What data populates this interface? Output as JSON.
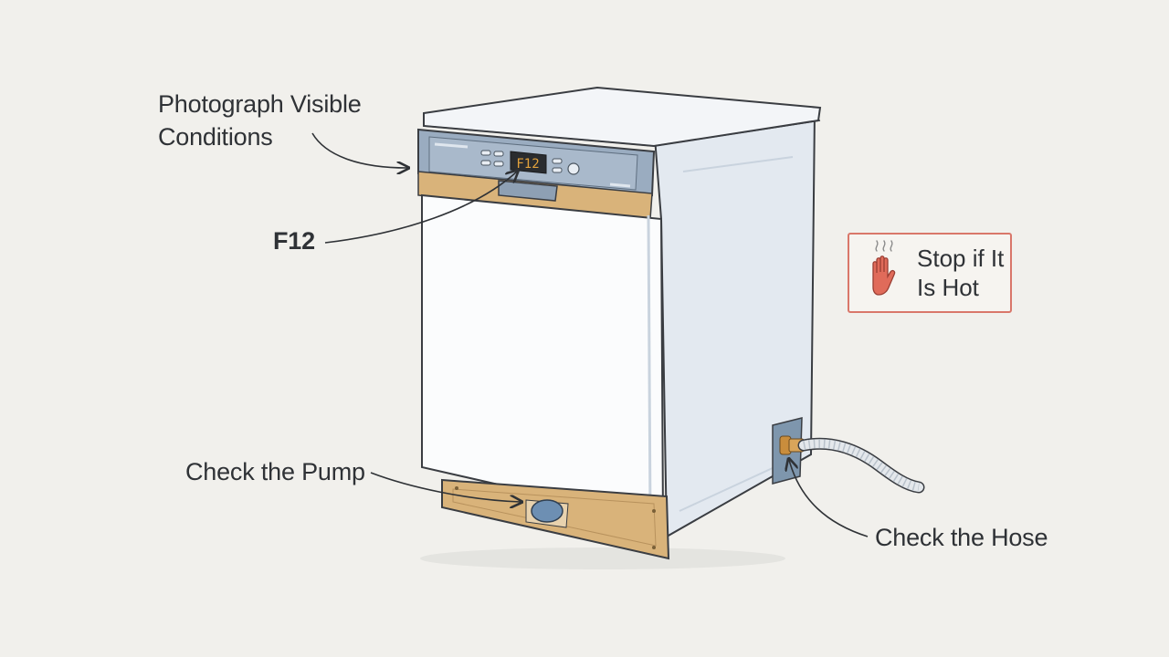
{
  "labels": {
    "photograph": [
      "Photograph Visible",
      "Conditions"
    ],
    "error_code": "F12",
    "pump": "Check the Pump",
    "hose": "Check the Hose"
  },
  "warning": {
    "lines": [
      "Stop if It",
      "Is Hot"
    ],
    "icon": "hot-hand-stop-icon",
    "color": "#e06b5a"
  },
  "display": {
    "readout": "F12"
  },
  "colors": {
    "background": "#f1f0ec",
    "appliance_body": "#e8edf3",
    "control_panel": "#8fa3b8",
    "wood_trim": "#d9b37a",
    "outline": "#3a3d42"
  }
}
